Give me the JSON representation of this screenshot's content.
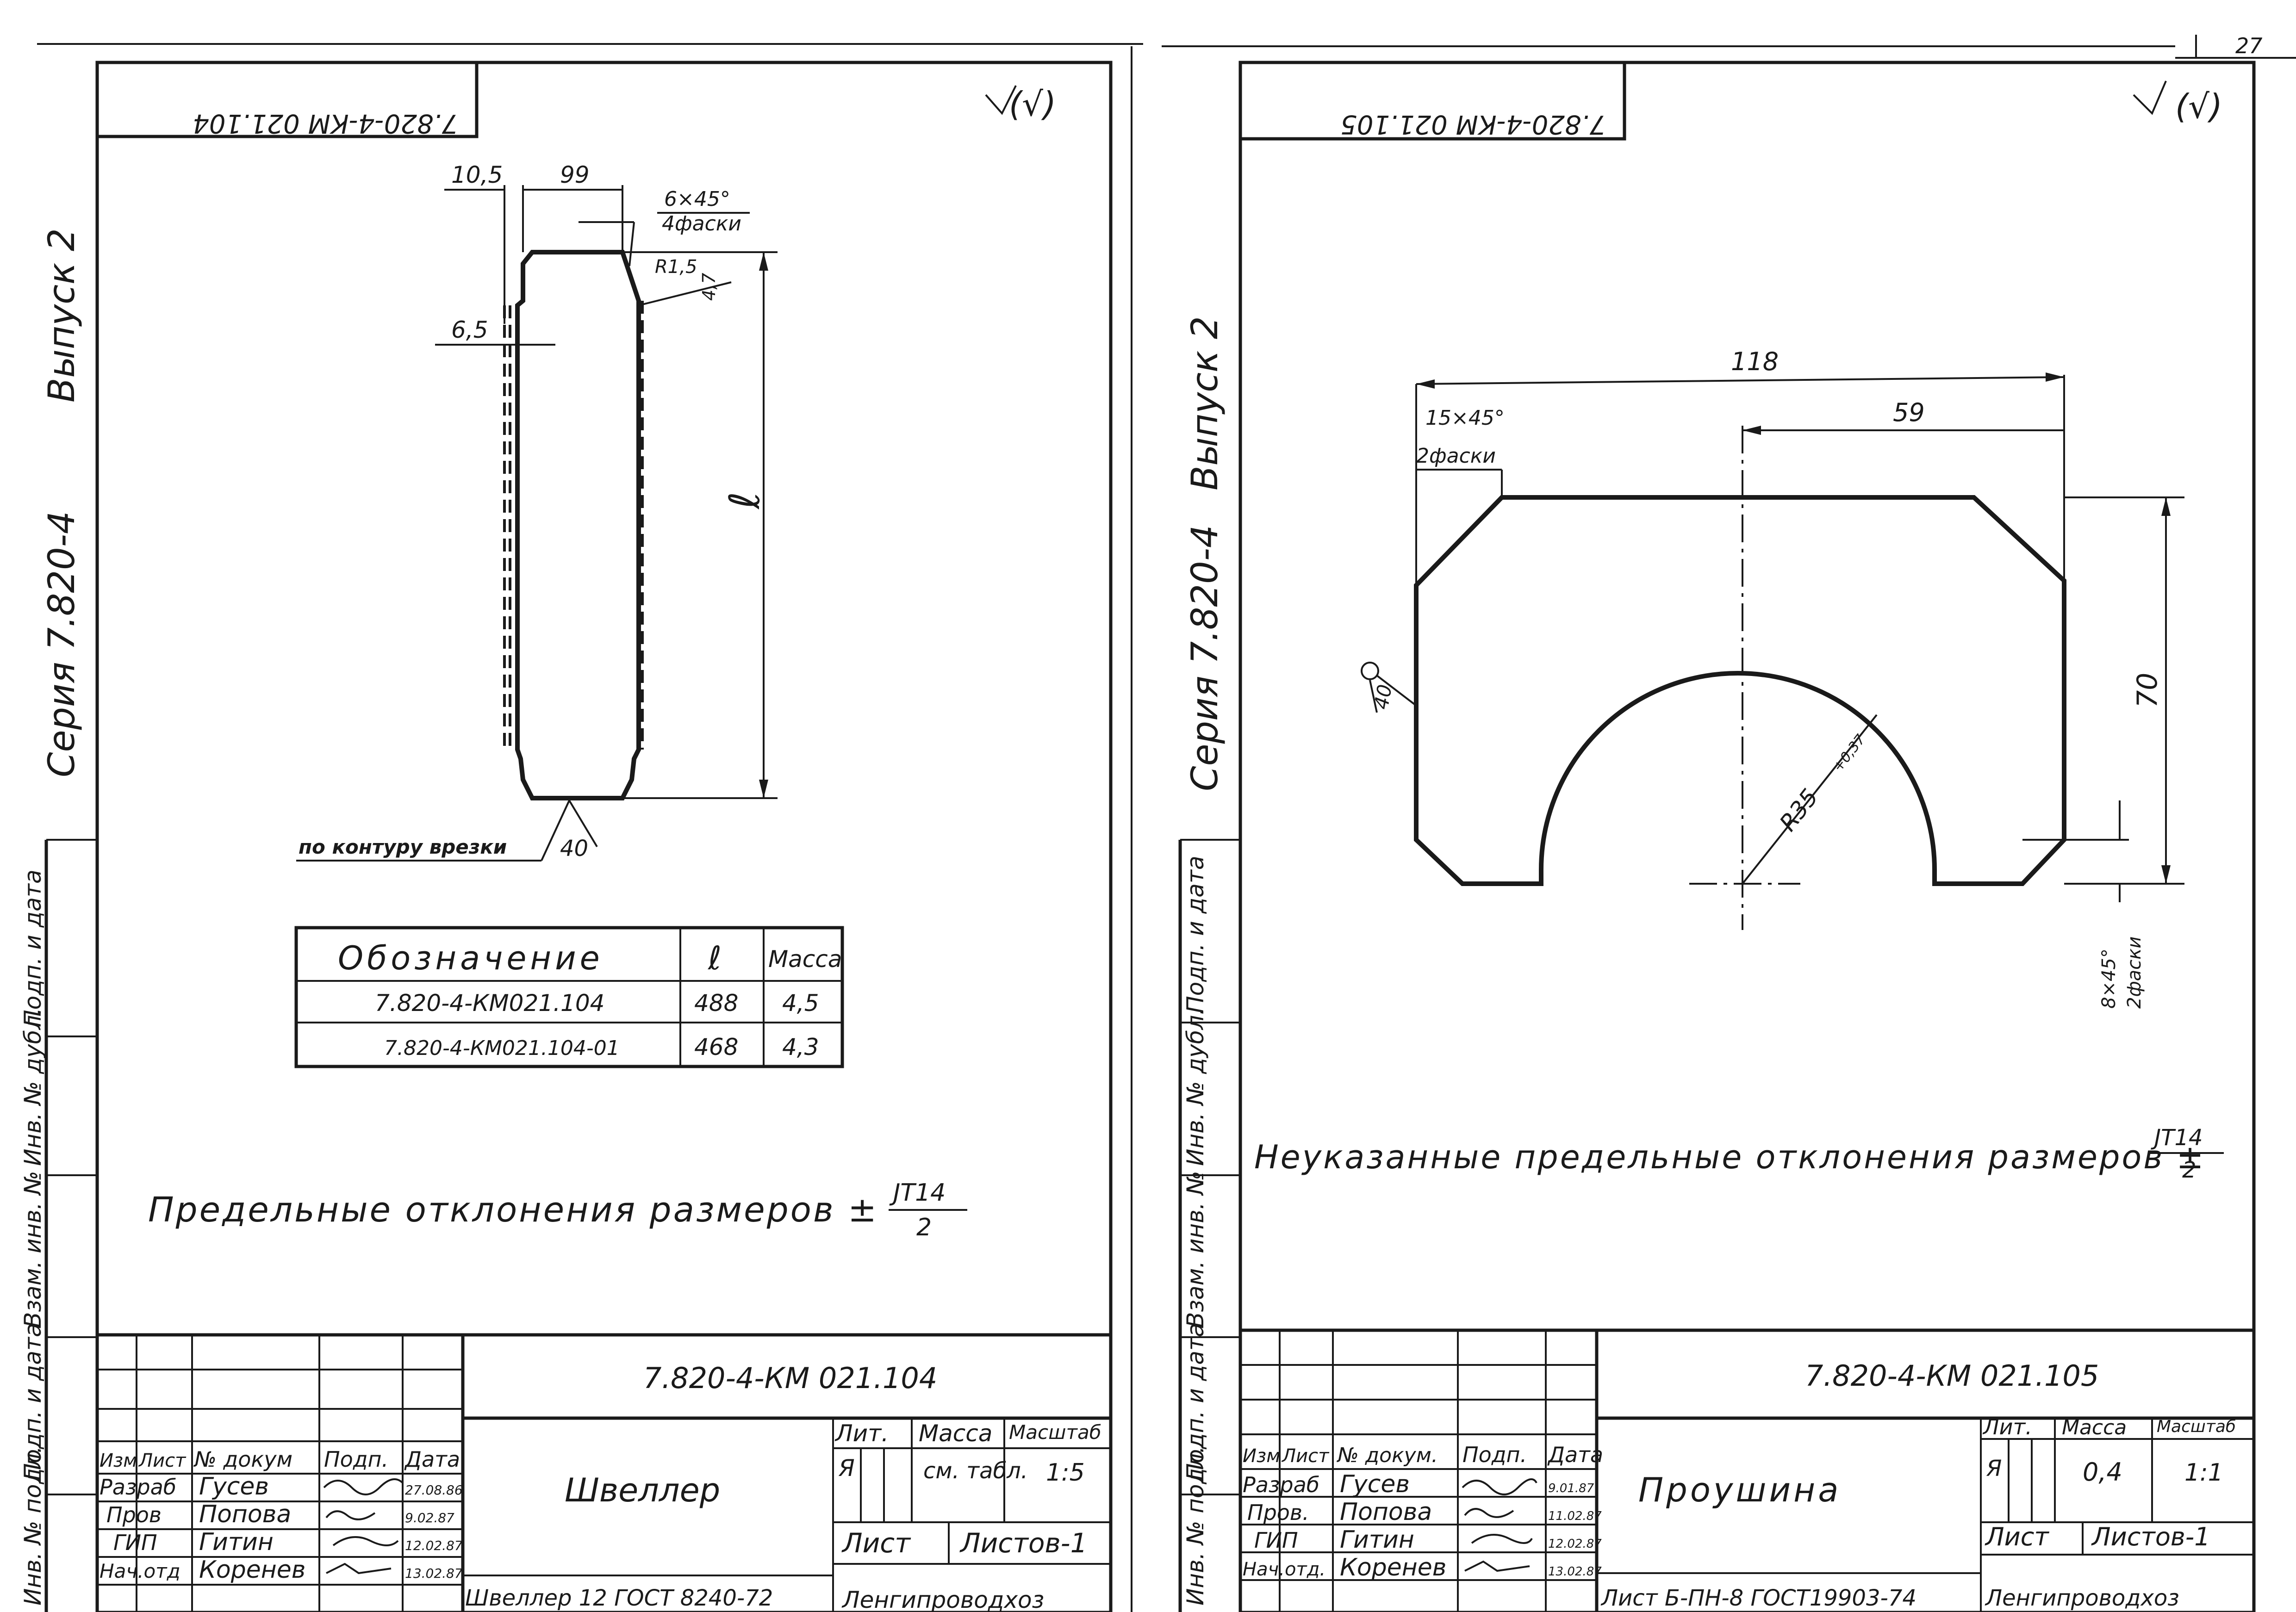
{
  "page_number": "27",
  "left_sheet": {
    "rotated_code": "7.820-4-КМ 021.104",
    "roughness_mark": "(√)",
    "side_text": [
      "Серия  7.820-4",
      "Выпуск  2"
    ],
    "margin_labels": [
      "Инв. № подл.",
      "Подп. и дата",
      "Взам. инв. №",
      "Инв. № дубл.",
      "Подп. и дата"
    ],
    "dims": {
      "d1": "10,5",
      "d2": "99",
      "chamfer": "6×45°",
      "chamfer_note": "4фаски",
      "radius": "R1,5",
      "r_small": "4,7",
      "web": "6,5",
      "length": "ℓ",
      "weld_note": "по контуру врезки",
      "weld_val": "40"
    },
    "table": {
      "headers": [
        "Обозначение",
        "ℓ",
        "Масса"
      ],
      "rows": [
        [
          "7.820-4-КМ021.104",
          "488",
          "4,5"
        ],
        [
          "7.820-4-КМ021.104-01",
          "468",
          "4,3"
        ]
      ]
    },
    "note": "Предельные отклонения  размеров ±",
    "note_frac_top": "JT14",
    "note_frac_bottom": "2",
    "title_block": {
      "doc_code": "7.820-4-КМ 021.104",
      "name": "Швеллер",
      "lit_label": "Лит.",
      "mass_label": "Масса",
      "scale_label": "Масштаб",
      "lit": "Я",
      "mass": "см. табл.",
      "scale": "1:5",
      "sheet_label": "Лист",
      "sheets_label": "Листов-1",
      "material": "Швеллер 12 ГОСТ 8240-72",
      "org": "Ленгипроводхоз",
      "cols": [
        "Изм",
        "Лист",
        "№ докум",
        "Подп.",
        "Дата"
      ],
      "people": [
        [
          "Разраб",
          "Гусев",
          "27.08.86"
        ],
        [
          "Пров",
          "Попова",
          "9.02.87"
        ],
        [
          "ГИП",
          "Гитин",
          "12.02.87"
        ],
        [
          "Нач.отд",
          "Коренев",
          "13.02.87"
        ]
      ]
    }
  },
  "right_sheet": {
    "rotated_code": "7.820-4-КМ 021.105",
    "roughness_mark": "(√)",
    "side_text": [
      "Серия  7.820-4",
      "Выпуск  2"
    ],
    "margin_labels": [
      "Инв. № подл.",
      "Подп. и дата",
      "Взам. инв. №",
      "Инв. № дубл.",
      "Подп. и дата"
    ],
    "dims": {
      "width": "118",
      "half": "59",
      "chamfer_top": "15×45°",
      "chamfer_top_note": "2фаски",
      "height": "70",
      "radius": "R35",
      "radius_tol": "+0,37",
      "weld": "40",
      "chamfer_bottom": "8×45°",
      "chamfer_bottom_note": "2фаски"
    },
    "note": "Неуказанные  предельные  отклонения  размеров ±",
    "note_frac_top": "JT14",
    "note_frac_bottom": "2",
    "title_block": {
      "doc_code": "7.820-4-КМ 021.105",
      "name": "Проушина",
      "lit_label": "Лит.",
      "mass_label": "Масса",
      "scale_label": "Масштаб",
      "lit": "Я",
      "mass": "0,4",
      "scale": "1:1",
      "sheet_label": "Лист",
      "sheets_label": "Листов-1",
      "material": "Лист Б-ПН-8  ГОСТ19903-74",
      "org": "Ленгипроводхоз",
      "cols": [
        "Изм",
        "Лист",
        "№ докум.",
        "Подп.",
        "Дата"
      ],
      "people": [
        [
          "Разраб",
          "Гусев",
          "9.01.87"
        ],
        [
          "Пров.",
          "Попова",
          "11.02.87"
        ],
        [
          "ГИП",
          "Гитин",
          "12.02.87"
        ],
        [
          "Нач.отд.",
          "Коренев",
          "13.02.87"
        ]
      ]
    }
  }
}
